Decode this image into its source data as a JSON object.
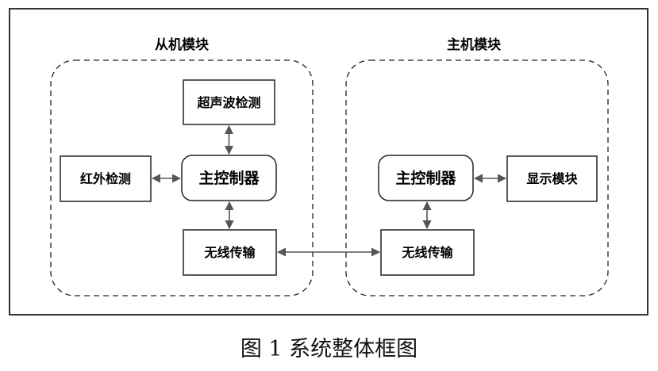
{
  "diagram": {
    "slave_group": {
      "title": "从机模块",
      "ultrasonic": "超声波检测",
      "infrared": "红外检测",
      "controller": "主控制器",
      "wireless": "无线传输"
    },
    "master_group": {
      "title": "主机模块",
      "controller": "主控制器",
      "display": "显示模块",
      "wireless": "无线传输"
    }
  },
  "caption": "图 1 系统整体框图"
}
